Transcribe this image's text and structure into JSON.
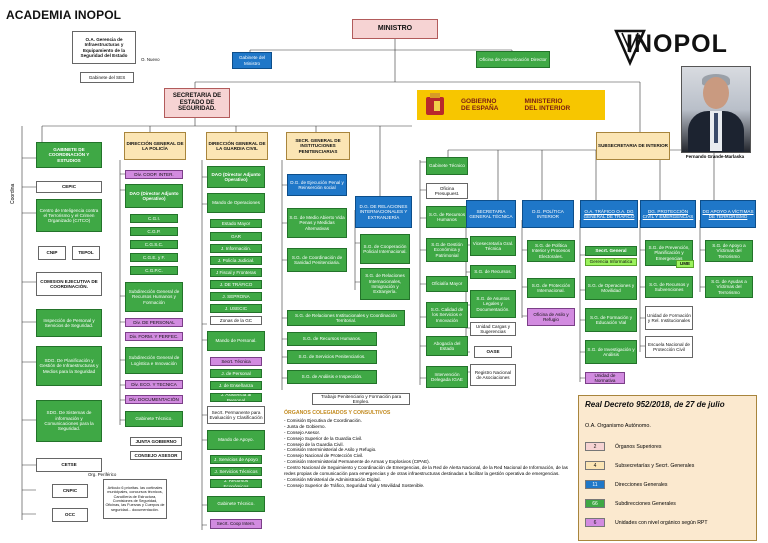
{
  "title": "ACADEMIA INOPOL",
  "logo": {
    "brand": "INOPOL",
    "alt": "inopol-logo"
  },
  "gobierno": {
    "line1": "GOBIERNO",
    "line1b": "DE ESPAÑA",
    "line2": "MINISTERIO",
    "line2b": "DEL INTERIOR"
  },
  "photo_caption": "Fernando Grande-Marlaska",
  "side_label": "Coordina",
  "nodes": {
    "ministro": "MINISTRO",
    "oa_infra": "O.A. Gerencia de Infraestructuras y Equipamiento de la Seguridad del Estado",
    "gabinete_ses": "Gabinete del SES",
    "gabinete_min": "Gabinete del Ministro",
    "oficina_com": "Oficina de comunicación Director",
    "o_nuevo": "O. Nuevo",
    "ses": "SECRETARIA DE ESTADO DE SEGURIDAD.",
    "subsecretaria": "SUBSECRETARIA DE INTERIOR",
    "gab_coord": "GABINETE DE COORDINACIÓN Y ESTUDIOS",
    "cepic": "CEPIC",
    "citco": "Centro de Inteligencia contra el Terrorismo y el Crimen Organizado (CITCO)",
    "cnip": "CNIP",
    "tepol": "TEPOL",
    "com_ejec": "COMISION EJECUTIVA DE COORDINACIÓN.",
    "inspeccion": "Inspección de Personal y Servicios de Seguridad.",
    "sdg_planif": "SDG. De Planificación y Gestión de Infraestructuras y Medios para la Seguridad",
    "sdg_sist": "SDG. De Sistemas de información y Comunicaciones para la Seguridad.",
    "cetse": "CETSE",
    "cnpic": "CNPIC",
    "ocl": "OCC",
    "org_periferico": "Org. Periférico",
    "delegaciones": "Articulo 6 prioritas. las cortinales municipales, concursos técnicos, Cancillería de Estructura, Comisiones de Seguridad, Oficinas, las Fuerzas y Cuerpos de seguridad... documentación.",
    "dg_policia": "DIRECCIÓN GENERAL DE LA POLICÍA",
    "div_coop": "Div. COOP. INTER.",
    "dao_pol": "DAO (Director Adjunto Operativo)",
    "cgi": "C.G.I.",
    "cgp": "C.G.P.",
    "cgsc": "C.G.S.C.",
    "cgeyf": "C.G.E. y F.",
    "cgpc": "C.G.P.C.",
    "sdg_rrhh_pol": "Subdirección General de Recursos Humanos y Formación",
    "div_personal": "Div. DE PERSONAL",
    "div_form": "Div. FORM. Y PERFEC.",
    "sdg_log_pol": "Subdirección General de Logística e Innovación",
    "div_eco": "Div. ECO. Y TECNICA",
    "div_doc": "Div. DOCUMENTACIÓN",
    "gab_tec_pol": "Gabinete Técnico.",
    "junta_gob": "JUNTA GOBIERNO",
    "consejo_asesor": "CONSEJO ASESOR",
    "dg_gc": "DIRECCIÓN GENERAL DE LA GUARDIA CIVIL",
    "dao_gc": "DAO (Director Adjunto Operativo)",
    "mando_oper": "Mando de Operaciones",
    "estado_mayor": "Estado Mayor",
    "gar": "GAR",
    "j_info": "J. Información.",
    "j_pol_jud": "J. Policía Judicial.",
    "j_fiscal": "J Fiscal y Fronteras",
    "j_trafico": "J. DE TRÁFICO",
    "j_seprona": "J. SEPRONA",
    "j_usecic": "J. USECIC",
    "zona_gc": "Zonas de la GC",
    "mando_pers": "Mando de Personal.",
    "secr_tecnica": "Secrt. Técnica",
    "j_personal": "J. de Personal",
    "j_ensenanza": "J. de Enseñanza",
    "j_asist": "J. Asistencia al Personal",
    "secr_perm": "Secrt. Permanente para Evaluación y Clasificación",
    "mando_apoyo": "Mando de Apoyo.",
    "j_serv_apoyo": "J. Servicios de Apoyo",
    "j_serv_tec": "J. Servicios Técnicos",
    "j_rec_eco": "J. Recursos Económicos",
    "gab_tec_gc": "Gabinete Técnico.",
    "secr_coop": "Secrt. Coop Intern.",
    "sg_ip": "SECR. GENERAL DE INSTITUCIONES PENITENCIARIAS",
    "dg_ejecucion": "D.G. de Ejecución Penal y Reinserción social",
    "sg_medio_abierto": "S.G. de Medio Abierto Vida Penas y Medidas Alternativas",
    "sg_coord_sanidad": "S.G. de Coordinación de Sanidad Penitenciaria.",
    "sg_rel_inst": "S.G. de Relaciones Institucionales y Coordinación Territorial.",
    "sg_rrhh_ip": "S.G. de Recursos Humanos.",
    "sg_serv_pen": "S.G. de Servicios Penitenciarios.",
    "sg_analisis": "S.G. de Análisis e Inspección.",
    "trabajo_pen": "Trabajo Penitenciario y Formación para Empleo.",
    "dg_rel_int": "D.G. DE RELACIONES INTERNACIONALES Y EXTRANJERÍA",
    "sg_coop_pol": "S.G. de Cooperación Policial Internacional.",
    "sg_rel_int_ext": "S.G. de Relaciones Internacionales, Inmigración y Extranjería.",
    "gab_tecnico_sub": "Gabinete Técnico",
    "oficina_presup": "Oficina Presupuest.",
    "sg_rrhh_sub": "S.G. de Recursos Humanos",
    "sg_gestion_eco": "S.G.de Gestión Económica y Patrimonial",
    "oficialia": "Oficialía Mayor",
    "sg_calidad": "S.G. Calidad de los Servicios e Innovación",
    "abogacia": "Abogacía del Estado",
    "intervencion": "Intervención Delegada IGAE",
    "sgt": "SECRETARIA GENERAL TÉCNICA",
    "vicesecretaria": "Vicesecretaría Gral. Técnica",
    "sg_recursos": "S.G. de Recursos.",
    "sg_asuntos": "S.G. de Asuntos Legales y Documentación.",
    "unidad_cargas": "Unidad Cargas y Sugerencias",
    "oase": "OASE",
    "registro": "Registro Nacional de Asociaciones",
    "dg_pol_int": "D.G. POLÍTICA INTERIOR",
    "sg_pol_interior": "S.G. de Política Interior y Procesos Electorales.",
    "sg_proteccion_int": "S.G. de Protección Internacional.",
    "oficina_asilo": "Oficina de Asilo y Refugio",
    "dg_trafico": "O.A. TRÁFICO O.A. DG GENERAL DE TRÁFICO",
    "secr_general": "Secrt. General",
    "gerencia_inf": "Gerencia Informatica",
    "sg_operaciones": "S.G. de Operaciones y Movilidad",
    "sg_formacion": "S.G. de Formación y Educación Vial",
    "sg_investigacion": "S.G. de Investigación y Análisis",
    "unidad_normativa": "Unidad de Normativa",
    "dg_proteccion": "DG. PROTECCIÓN CIVIL Y EMERGENCIAS",
    "sg_prevencion": "S.G. de Prevención, Planificación y Emergencias",
    "ume": "UME",
    "sg_recursos_sub": "S.G. de Recursos y Subvenciones",
    "unidad_form": "Unidad de Formación y Rel. Institucionales",
    "escuela": "Escuela Nacional de Protección Civil",
    "dg_victimas": "DG APOYO A VÍCTIMAS DE TERRORISMO",
    "sg_apoyo": "S.G. de Apoyo a Víctimas del Terrorismo",
    "sg_ayudas": "S.G. de Ayudas a Víctimas del Terrorismo"
  },
  "organos": {
    "title": "ÓRGANOS COLEGIADOS Y CONSULTIVOS",
    "items": [
      "- Comisión Ejecutiva de Coordinación.",
      "- Junta de Gobierno.",
      "- Consejo Asesor.",
      "- Consejo Superior de la Guardia Civil.",
      "- Consejo de la Guardia Civil.",
      "- Comisión Interministerial de Asilo y Refugio.",
      "- Consejo Nacional de Protección Civil.",
      "- Comisión Interministerial Permanente de Armas y Explosivos (CIPAE).",
      "- Centro Nacional de Seguimiento y Coordinación de Emergencias, de la Red de Alerta Nacional, de la Red Nacional de Información, de las redes propias de comunicación para emergencias y de otras infraestructuras destinadas a facilitar la gestión operativa de emergencias.",
      "- Comisión Ministerial de Administración Digital.",
      "- Consejo Superior de Tráfico, Seguridad Vial y Movilidad Sostenible."
    ]
  },
  "real_decreto": {
    "title": "Real Decreto 952/2018, de 27 de julio",
    "oa": "O.A. Organismo Autónomo.",
    "legend": [
      {
        "code": "2",
        "label": "Órganos Superiores",
        "color": "#f6d3d3"
      },
      {
        "code": "4",
        "label": "Subsecretarías y Secrt. Generales",
        "color": "#fbe5b4"
      },
      {
        "code": "11",
        "label": "Direcciones Generales",
        "color": "#1f77c8"
      },
      {
        "code": "66",
        "label": "Subdirecciones Generales",
        "color": "#3fa845"
      },
      {
        "code": "6",
        "label": "Unidades con nivel orgánico según RPT",
        "color": "#d28be0"
      }
    ]
  }
}
